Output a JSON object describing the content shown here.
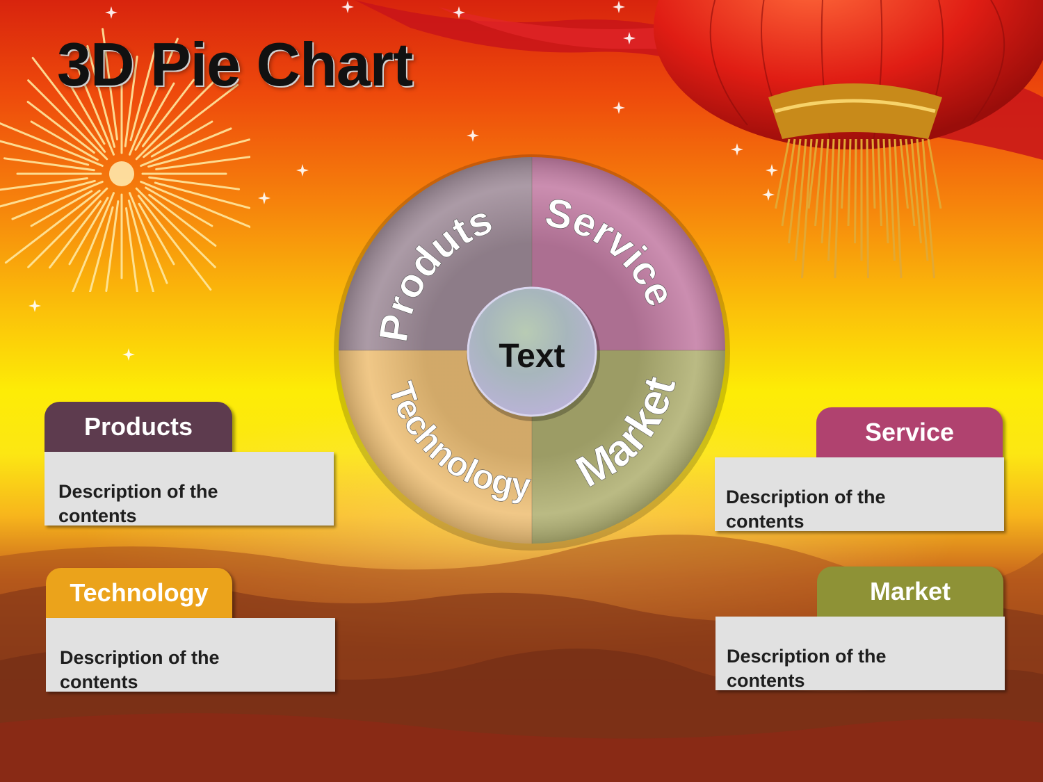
{
  "title": "3D Pie Chart",
  "center_label": "Text",
  "segments": [
    {
      "label": "Produts",
      "color": "#a08d9a"
    },
    {
      "label": "Service",
      "color": "#c47ea5"
    },
    {
      "label": "Market",
      "color": "#b1b173"
    },
    {
      "label": "Technology",
      "color": "#eec077"
    }
  ],
  "cards": {
    "products": {
      "heading": "Products",
      "description": "Description of the contents",
      "color": "#5d3b4e"
    },
    "technology": {
      "heading": "Technology",
      "description": "Description of the contents",
      "color": "#eba31b"
    },
    "service": {
      "heading": "Service",
      "description": "Description of the contents",
      "color": "#b0426f"
    },
    "market": {
      "heading": "Market",
      "description": "Description of the contents",
      "color": "#8e9236"
    }
  }
}
